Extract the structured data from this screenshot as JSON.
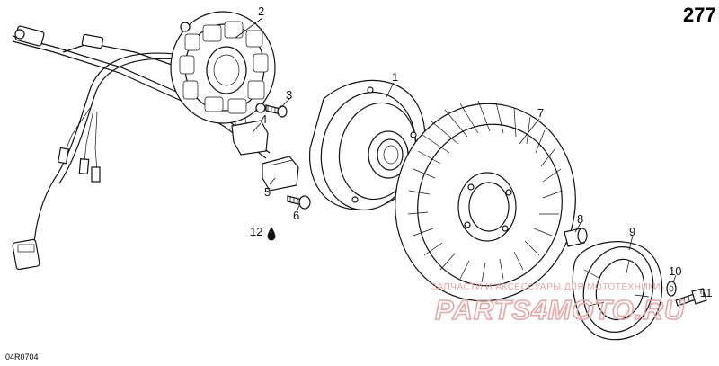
{
  "page_number": "277",
  "reference_code": "04R0704",
  "callouts": {
    "c1": "1",
    "c2": "2",
    "c3": "3",
    "c4": "4",
    "c5": "5",
    "c6": "6",
    "c7": "7",
    "c8": "8",
    "c9": "9",
    "c10": "10",
    "c11": "11",
    "c12": "12"
  },
  "watermark": {
    "line1": "ЗАПЧАСТИ И АКСЕССУАРЫ ДЛЯ МОТОТЕХНИКИ",
    "line2": "PARTS4MOTO.RU"
  },
  "colors": {
    "ink": "#111111",
    "watermark": "#e7a6a6"
  }
}
